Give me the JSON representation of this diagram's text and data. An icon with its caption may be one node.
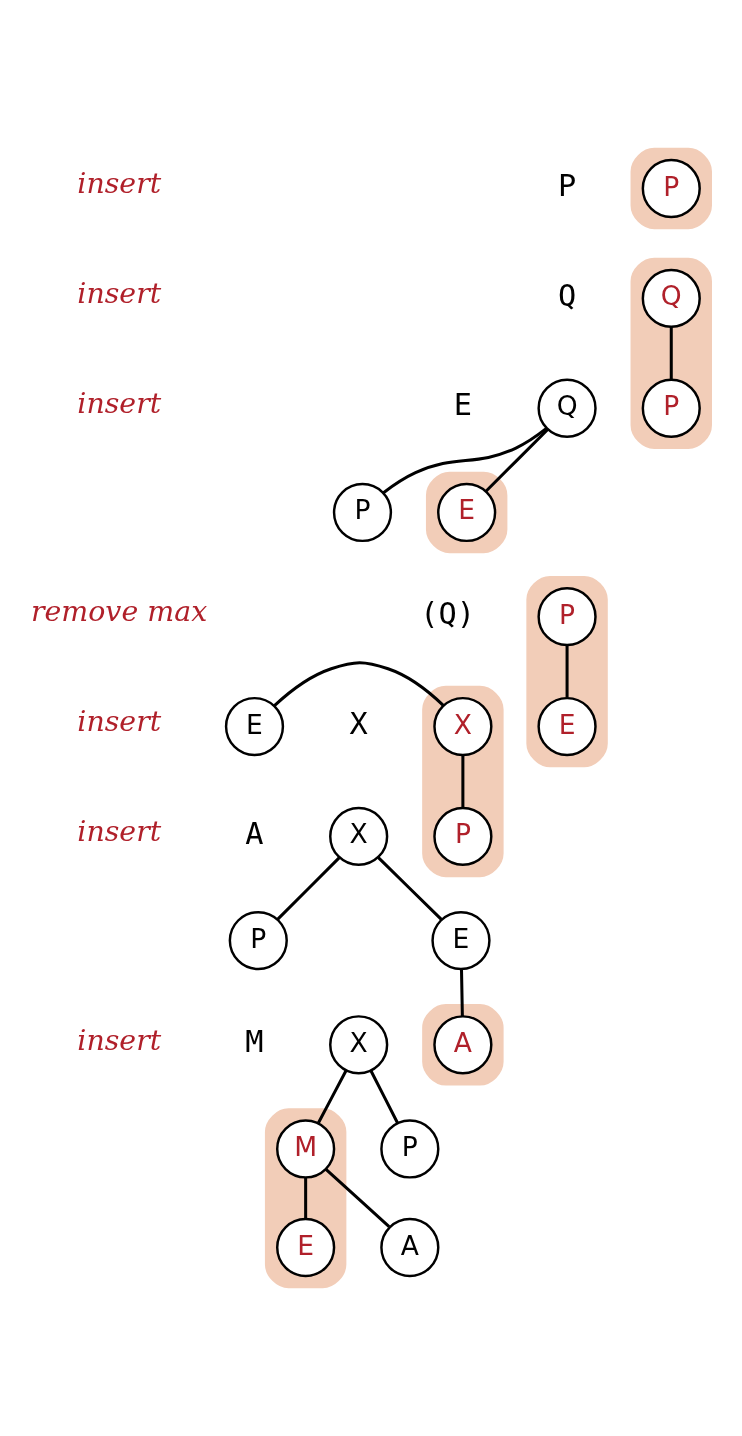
{
  "diagram": {
    "nodes": [
      {
        "text": [],
        "shape": "band"
      },
      {
        "text": [
          "P"
        ],
        "in": 0
      },
      {
        "text": [],
        "shape": "band"
      },
      {
        "text": [
          "Q"
        ],
        "in": 2
      },
      {
        "text": [
          "P"
        ],
        "in": 2
      },
      {
        "text": [
          "Q"
        ]
      },
      {
        "text": [
          "P"
        ]
      },
      {
        "text": [],
        "shape": "band"
      },
      {
        "text": [
          "E"
        ],
        "in": 7
      },
      {
        "text": [],
        "shape": "band"
      },
      {
        "text": [
          "P"
        ],
        "in": 9
      },
      {
        "text": [
          "E"
        ],
        "in": 9
      },
      {
        "text": [],
        "shape": "band"
      },
      {
        "text": [
          "X"
        ],
        "in": 12
      },
      {
        "text": [
          "E"
        ]
      },
      {
        "text": [
          "P"
        ],
        "in": 12
      },
      {
        "text": [
          "X"
        ]
      },
      {
        "text": [
          "E"
        ]
      },
      {
        "text": [
          "P"
        ]
      },
      {
        "text": [],
        "shape": "band"
      },
      {
        "text": [
          "A"
        ],
        "in": 19
      },
      {
        "text": [
          "X"
        ]
      },
      {
        "text": [],
        "shape": "band"
      },
      {
        "text": [
          "M"
        ],
        "in": 22
      },
      {
        "text": [
          "P"
        ]
      },
      {
        "text": [
          "A"
        ]
      },
      {
        "text": [
          "E"
        ],
        "in": 22
      }
    ],
    "edges": [
      {
        "from": 3,
        "to": 4,
        "arrow": "none"
      },
      {
        "from": 5,
        "to": 6,
        "arrow": "none"
      },
      {
        "from": 5,
        "to": 8,
        "arrow": "none"
      },
      {
        "from": 10,
        "to": 11,
        "arrow": "none"
      },
      {
        "from": 13,
        "to": 14,
        "arrow": "none"
      },
      {
        "from": 13,
        "to": 15,
        "arrow": "none"
      },
      {
        "from": 16,
        "to": 17,
        "arrow": "none"
      },
      {
        "from": 16,
        "to": 18,
        "arrow": "none"
      },
      {
        "from": 17,
        "to": 20,
        "arrow": "none"
      },
      {
        "from": 21,
        "to": 23,
        "arrow": "none"
      },
      {
        "from": 21,
        "to": 24,
        "arrow": "none"
      },
      {
        "from": 23,
        "to": 25,
        "arrow": "none"
      },
      {
        "from": 23,
        "to": 26,
        "arrow": "none"
      }
    ],
    "labels": [
      "insert",
      "P",
      "insert",
      "Q",
      "insert",
      "E",
      "remove max",
      "(Q)",
      "insert",
      "X",
      "insert",
      "A",
      "insert",
      "M"
    ]
  }
}
